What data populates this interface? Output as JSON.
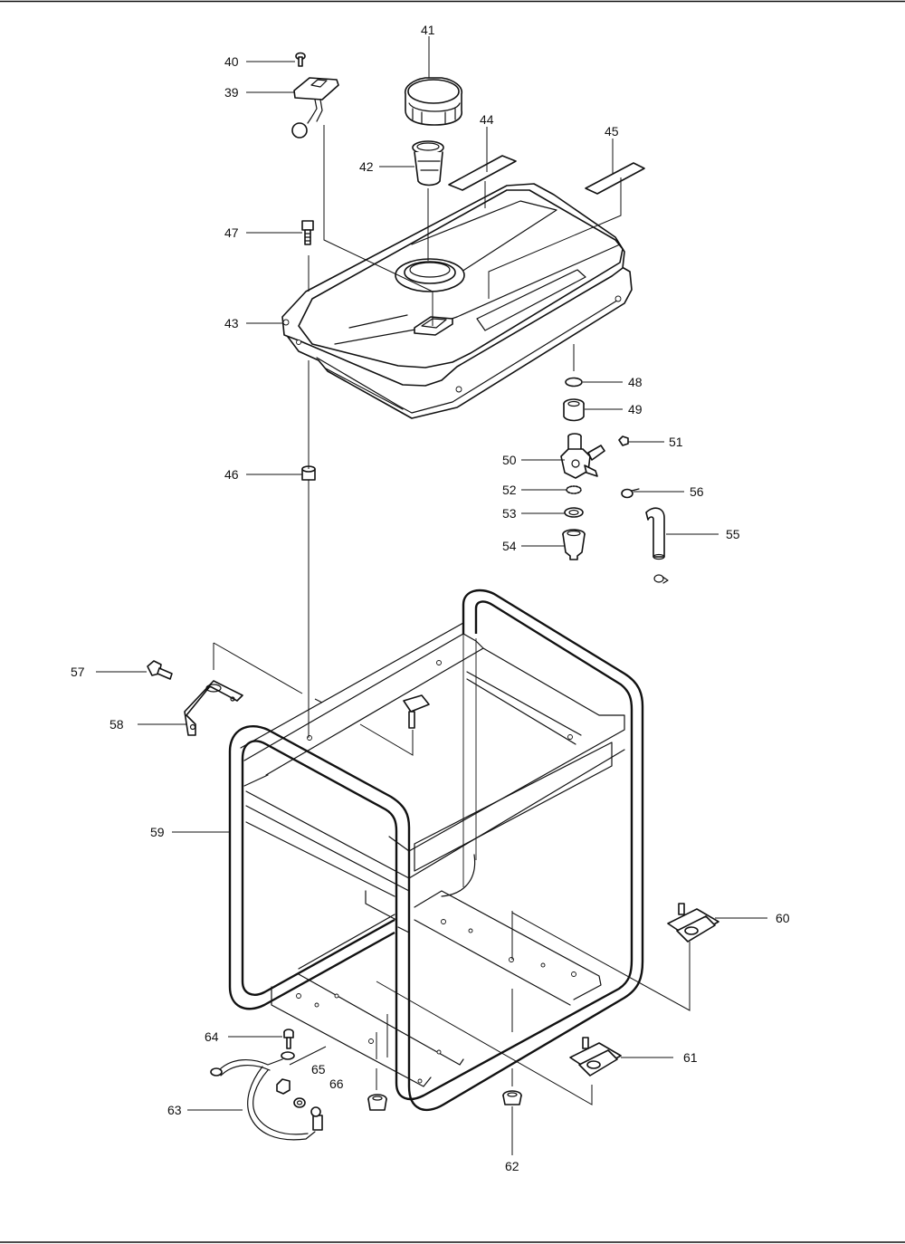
{
  "diagram": {
    "callouts": [
      {
        "id": "c40",
        "label": "40"
      },
      {
        "id": "c39",
        "label": "39"
      },
      {
        "id": "c41",
        "label": "41"
      },
      {
        "id": "c42",
        "label": "42"
      },
      {
        "id": "c44",
        "label": "44"
      },
      {
        "id": "c45",
        "label": "45"
      },
      {
        "id": "c47",
        "label": "47"
      },
      {
        "id": "c43",
        "label": "43"
      },
      {
        "id": "c48",
        "label": "48"
      },
      {
        "id": "c49",
        "label": "49"
      },
      {
        "id": "c50",
        "label": "50"
      },
      {
        "id": "c51",
        "label": "51"
      },
      {
        "id": "c46",
        "label": "46"
      },
      {
        "id": "c52",
        "label": "52"
      },
      {
        "id": "c56",
        "label": "56"
      },
      {
        "id": "c53",
        "label": "53"
      },
      {
        "id": "c54",
        "label": "54"
      },
      {
        "id": "c55",
        "label": "55"
      },
      {
        "id": "c57",
        "label": "57"
      },
      {
        "id": "c58",
        "label": "58"
      },
      {
        "id": "c59",
        "label": "59"
      },
      {
        "id": "c60",
        "label": "60"
      },
      {
        "id": "c61",
        "label": "61"
      },
      {
        "id": "c64",
        "label": "64"
      },
      {
        "id": "c65",
        "label": "65"
      },
      {
        "id": "c66",
        "label": "66"
      },
      {
        "id": "c63",
        "label": "63"
      },
      {
        "id": "c62",
        "label": "62"
      }
    ]
  }
}
